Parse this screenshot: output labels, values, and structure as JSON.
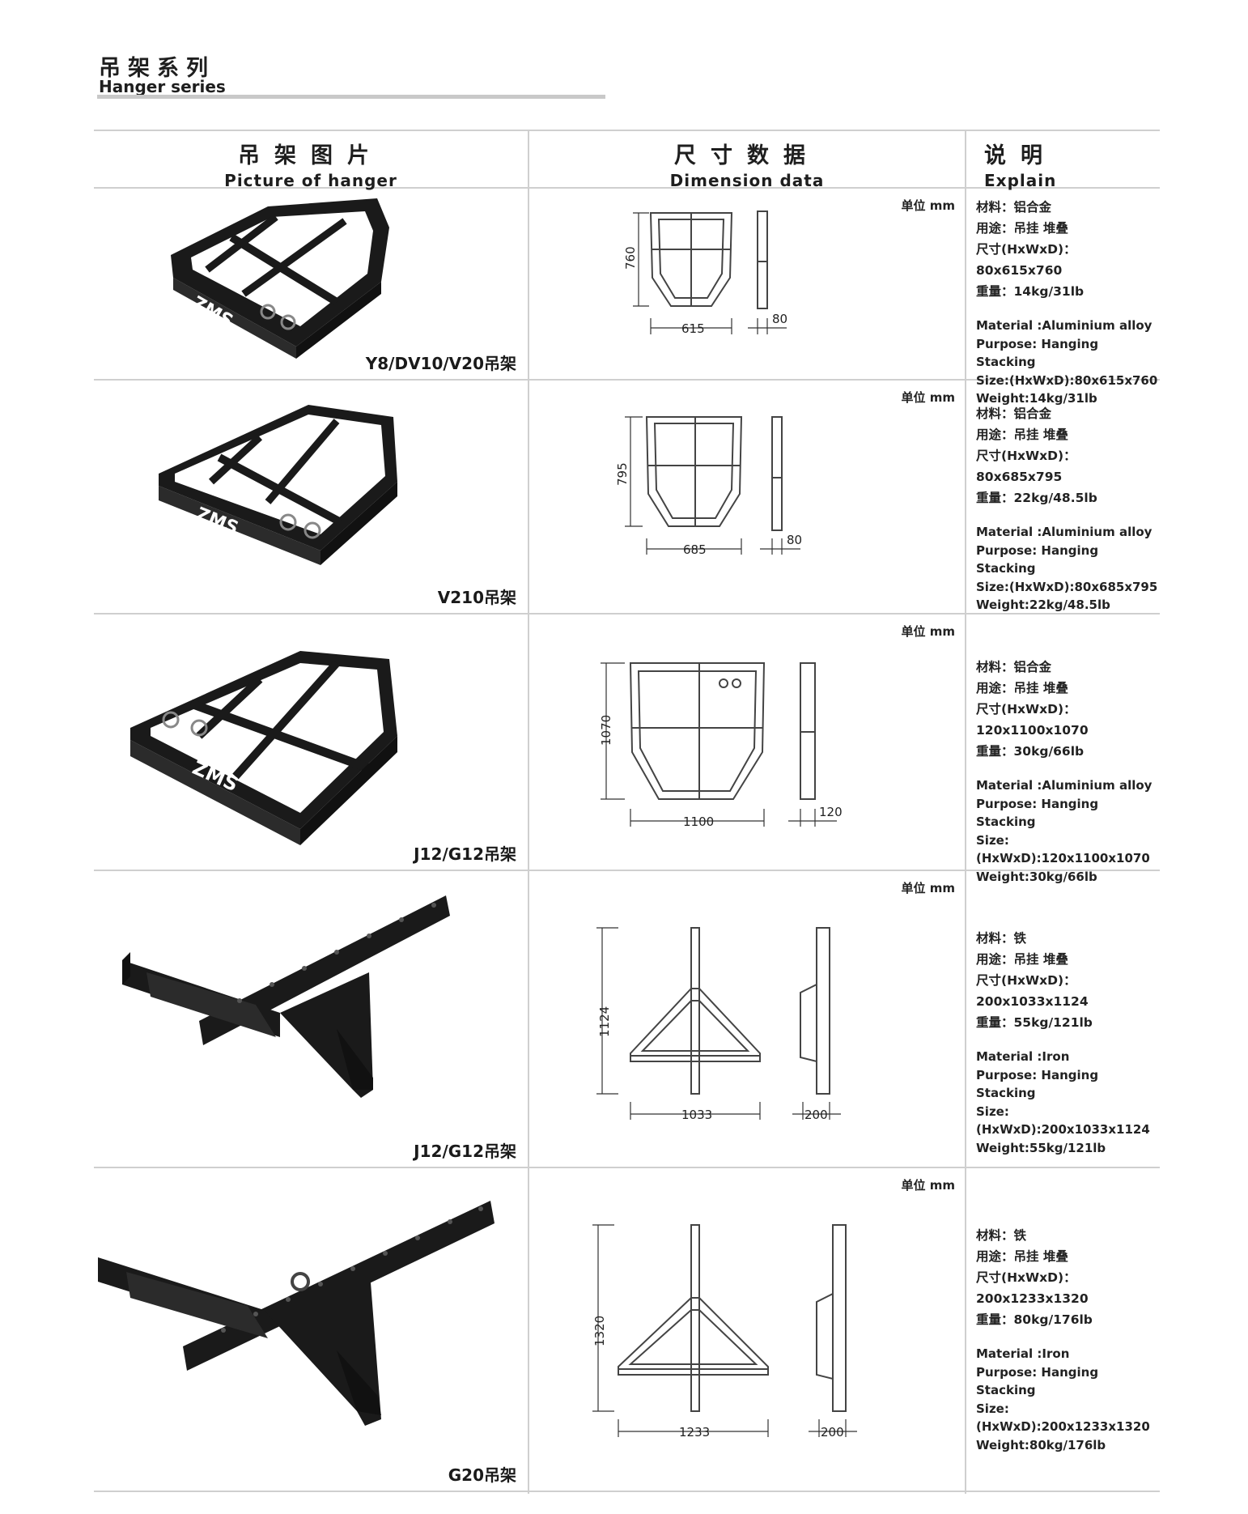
{
  "page": {
    "title_zh": "吊架系列",
    "title_en": "Hanger series"
  },
  "headers": {
    "picture": {
      "zh": "吊架图片",
      "en": "Picture of hanger"
    },
    "dimension": {
      "zh": "尺寸数据",
      "en": "Dimension data"
    },
    "explain": {
      "zh": "说明",
      "en": "Explain"
    }
  },
  "rows": [
    {
      "model": "Y8/DV10/V20吊架",
      "unit": "单位 mm",
      "dims": {
        "h": "760",
        "w": "615",
        "d": "80"
      },
      "material_zh": "材料：铝合金",
      "purpose_zh": "用途：吊挂 堆叠",
      "size_zh": "尺寸(HxWxD)：80x615x760",
      "weight_zh": "重量：14kg/31lb",
      "material_en": "Material :Aluminium alloy",
      "purpose_en": "Purpose: Hanging Stacking",
      "size_en": "Size:(HxWxD):80x615x760",
      "weight_en": "Weight:14kg/31lb"
    },
    {
      "model": "V210吊架",
      "unit": "单位 mm",
      "dims": {
        "h": "795",
        "w": "685",
        "d": "80"
      },
      "material_zh": "材料：铝合金",
      "purpose_zh": "用途：吊挂 堆叠",
      "size_zh": "尺寸(HxWxD)：80x685x795",
      "weight_zh": "重量：22kg/48.5lb",
      "material_en": "Material :Aluminium alloy",
      "purpose_en": "Purpose: Hanging Stacking",
      "size_en": "Size:(HxWxD):80x685x795",
      "weight_en": "Weight:22kg/48.5lb"
    },
    {
      "model": "J12/G12吊架",
      "unit": "单位 mm",
      "dims": {
        "h": "1070",
        "w": "1100",
        "d": "120"
      },
      "material_zh": "材料：铝合金",
      "purpose_zh": "用途：吊挂 堆叠",
      "size_zh": "尺寸(HxWxD)：120x1100x1070",
      "weight_zh": "重量：30kg/66lb",
      "material_en": "Material :Aluminium alloy",
      "purpose_en": "Purpose: Hanging Stacking",
      "size_en": "Size:(HxWxD):120x1100x1070",
      "weight_en": "Weight:30kg/66lb"
    },
    {
      "model": "J12/G12吊架",
      "unit": "单位 mm",
      "dims": {
        "h": "1124",
        "w": "1033",
        "d": "200"
      },
      "material_zh": "材料：铁",
      "purpose_zh": "用途：吊挂 堆叠",
      "size_zh": "尺寸(HxWxD)：200x1033x1124",
      "weight_zh": "重量：55kg/121lb",
      "material_en": "Material :Iron",
      "purpose_en": "Purpose: Hanging Stacking",
      "size_en": "Size:(HxWxD):200x1033x1124",
      "weight_en": "Weight:55kg/121lb"
    },
    {
      "model": "G20吊架",
      "unit": "单位 mm",
      "dims": {
        "h": "1320",
        "w": "1233",
        "d": "200"
      },
      "material_zh": "材料：铁",
      "purpose_zh": "用途：吊挂 堆叠",
      "size_zh": "尺寸(HxWxD)：200x1233x1320",
      "weight_zh": "重量：80kg/176lb",
      "material_en": "Material :Iron",
      "purpose_en": "Purpose: Hanging Stacking",
      "size_en": "Size:(HxWxD):200x1233x1320",
      "weight_en": "Weight:80kg/176lb"
    }
  ]
}
